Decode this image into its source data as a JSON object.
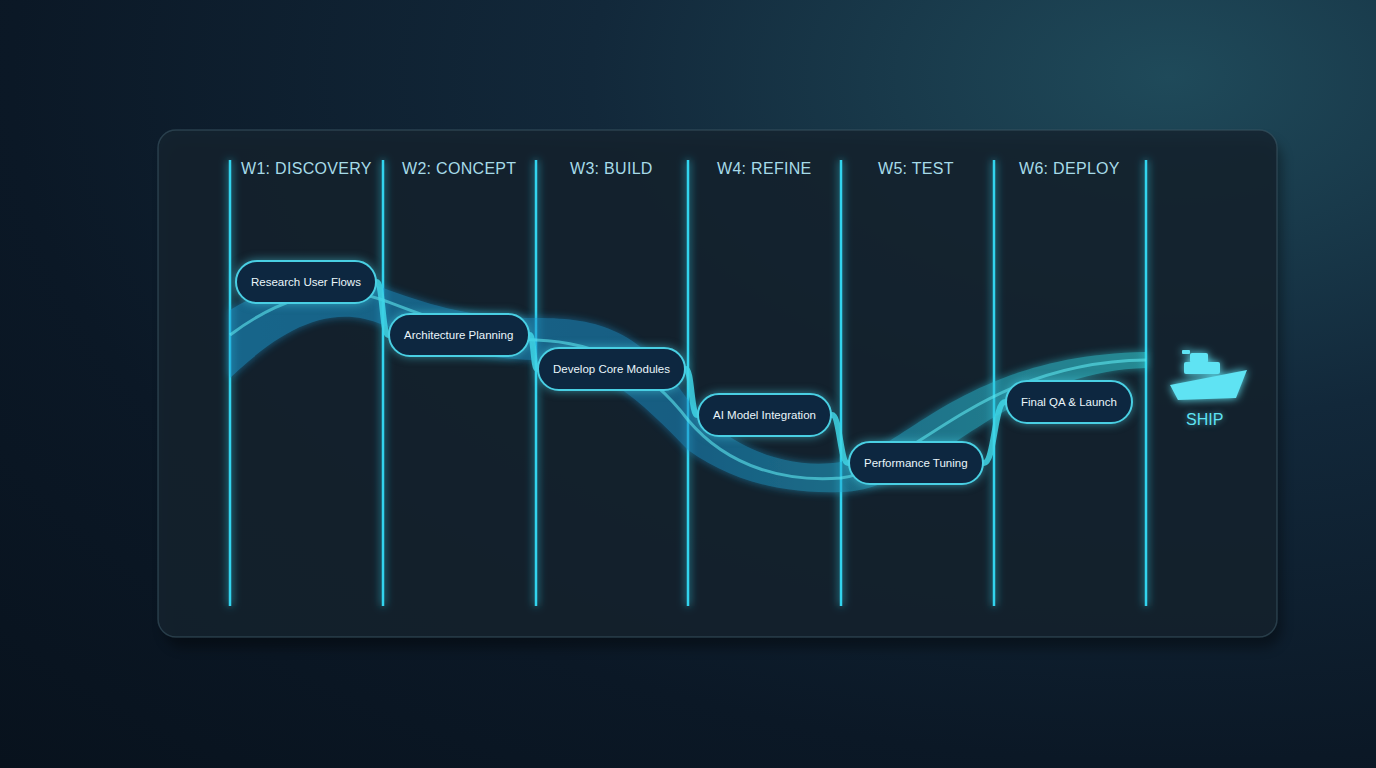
{
  "diagram": {
    "nodes": [
      {
        "text": [
          "Research User Flows"
        ]
      },
      {
        "text": [
          "Architecture Planning"
        ]
      },
      {
        "text": [
          "Develop Core Modules"
        ]
      },
      {
        "text": [
          "AI Model Integration"
        ]
      },
      {
        "text": [
          "Performance Tuning"
        ]
      },
      {
        "text": [
          "Final QA & Launch"
        ]
      }
    ],
    "edges": [
      {
        "from": 0,
        "to": 1,
        "arrow": "none"
      },
      {
        "from": 1,
        "to": 2,
        "arrow": "none"
      },
      {
        "from": 2,
        "to": 3,
        "arrow": "none"
      },
      {
        "from": 3,
        "to": 4,
        "arrow": "none"
      },
      {
        "from": 4,
        "to": 5,
        "arrow": "none"
      }
    ],
    "labels": [
      "W1: DISCOVERY",
      "W2: CONCEPT",
      "W3: BUILD",
      "W4: REFINE",
      "W5: TEST",
      "W6: DEPLOY",
      "SHIP"
    ]
  }
}
